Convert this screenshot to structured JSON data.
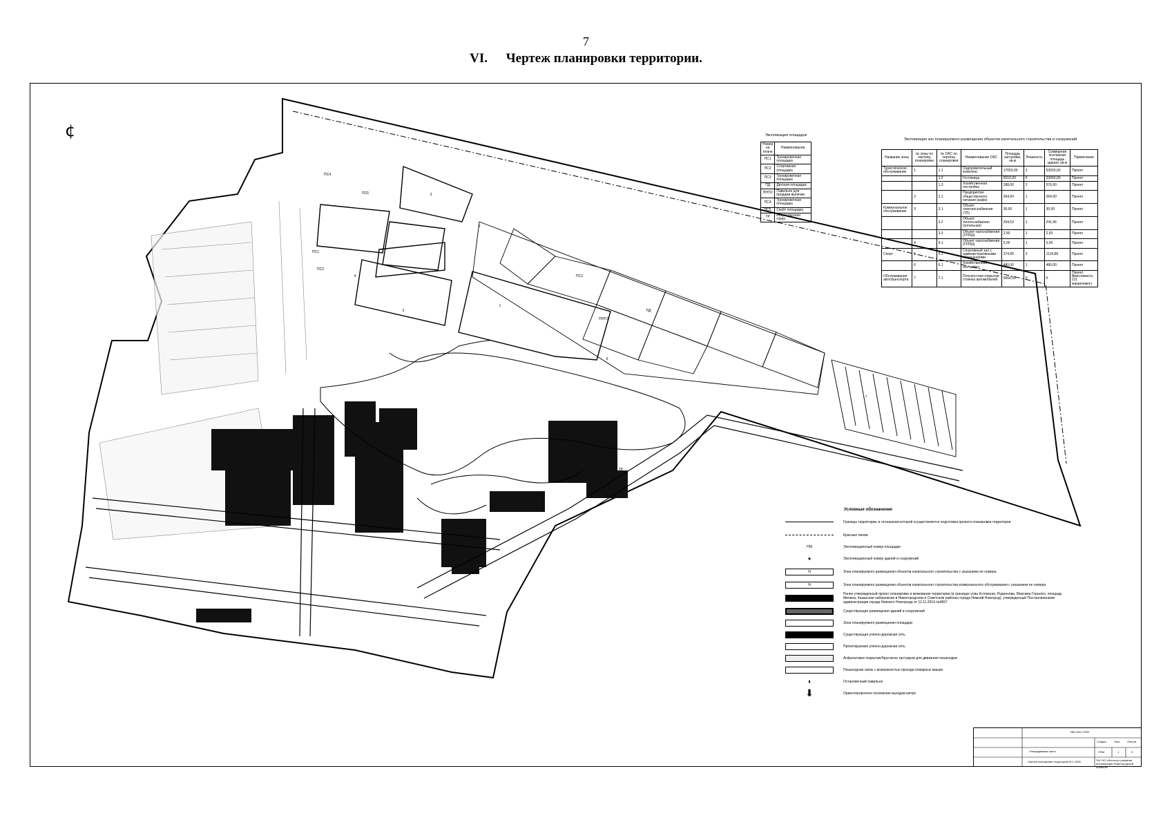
{
  "page_number": "7",
  "title": {
    "roman": "VI.",
    "text": "Чертеж планировки территории."
  },
  "north_symbol": "¢",
  "site_table": {
    "caption": "Экспликация площадок",
    "headers": [
      "Номер на плане",
      "Наименование"
    ],
    "rows": [
      [
        "ПС1",
        "Тренировочная площадка"
      ],
      [
        "ПС2",
        "Спортивная площадка"
      ],
      [
        "ПС3",
        "Тренировочная площадка"
      ],
      [
        "ПД",
        "Детская площадка"
      ],
      [
        "ПНТО",
        "Павильон для продажи выпечки"
      ],
      [
        "ПС4",
        "Тренировочная площадка"
      ],
      [
        "ПС5",
        "Скейт площадка"
      ],
      [
        "ТР",
        "Искусственная горка"
      ]
    ]
  },
  "zone_table": {
    "caption": "Экспликация зон планируемого размещения объектов капитального строительства и сооружений",
    "headers": [
      "Название зоны",
      "№ зоны по чертежу планировки",
      "№ ОКС по чертежу планировки",
      "Наименование ОКС",
      "Площадь застройки, кв.м",
      "Этажность",
      "Суммарная поэтажная площадь здания, кв.м",
      "Примечание"
    ],
    "rows": [
      [
        "Туристическое обслуживание",
        "1",
        "1.1",
        "Оздоровительный комплекс",
        "17650,00",
        "3",
        "53550,00",
        "Проект"
      ],
      [
        "",
        "",
        "1.2",
        "Гостиница",
        "5510,00",
        "6",
        "33060,00",
        "Проект"
      ],
      [
        "",
        "",
        "1.3",
        "Хозяйственная постройка",
        "288,00",
        "2",
        "576,00",
        "Проект"
      ],
      [
        "",
        "2",
        "2.1",
        "Предприятие общественного питания (кафе)",
        "264,00",
        "1",
        "264,00",
        "Проект"
      ],
      [
        "Коммунальное обслуживание",
        "3",
        "3.1",
        "Объект электроснабжения (ТП)",
        "30,00",
        "1",
        "30,00",
        "Проект"
      ],
      [
        "",
        "",
        "3.2",
        "Объект теплоснабжения (котельная)",
        "204,53",
        "1",
        "241,96",
        "Проект"
      ],
      [
        "",
        "",
        "3.3",
        "Объект газоснабжения (ГРПШ)",
        "2,50",
        "1",
        "2,50",
        "Проект"
      ],
      [
        "",
        "4",
        "4.1",
        "Объект газоснабжения (ГРПШ)",
        "5,00",
        "1",
        "5,00",
        "Проект"
      ],
      [
        "Спорт",
        "5",
        "5.1",
        "Спортивный зал с административными помещениями",
        "374,95",
        "3",
        "1124,85",
        "Проект"
      ],
      [
        "",
        "6",
        "6.1",
        "Хозяйственная постройка",
        "480,00",
        "1",
        "480,00",
        "Проект"
      ],
      [
        "Обслуживание автотранспорта",
        "7",
        "7.1",
        "Плоскостная открытая стоянка автомобилей",
        "5064,00",
        "0",
        "0",
        "Проект. Вместимость 211 машиномест"
      ]
    ]
  },
  "legend": {
    "title": "Условные обозначения",
    "items": [
      "Границы территории, в отношении которой осуществляется подготовка проекта планировки территории",
      "Красные линии",
      "Экспликационный номер площадки",
      "Экспликационный номер зданий и сооружений",
      "Зона планируемого размещения объектов капитального строительства с указанием ее номера",
      "Зона планируемого размещения объектов капитального строительства коммунального обслуживания с указанием ее номера",
      "Ранее утвержденный проект планировки и межевания территории (в границах улиц Кстовская, Родионова, Максима Горького, площадь Минина, Казанская набережная в Нижегородском и Советском районах города Нижний Новгород), утвержденный Постановлением администрации города Нижнего Новгорода от 12.11.2014 №4657",
      "Существующие размещения зданий и сооружений",
      "Зона планируемого размещения площадок",
      "Существующая улично-дорожная сеть",
      "Проектируемая улично-дорожная сеть",
      "Асфальтовое покрытие/брусчатка тротуаров для движения пешеходов",
      "Пешеходная связь с возможностью проезда пожарных машин",
      "Остановочный павильон",
      "Ориентировочное положение выходов метро"
    ],
    "symbol_labels": {
      "site": "ПМ",
      "zone": "N"
    }
  },
  "stamp": {
    "code": "ИМ-2022-ППМ",
    "part": "Утверждаемая часть",
    "drawing": "Чертеж планировки территории М 1:1000",
    "stage": "Стадия",
    "sheet": "Лист",
    "sheets": "Листов",
    "stage_value": "ППМ",
    "sheet_value": "1",
    "sheets_value": "3",
    "org": "ГАУ НО «Институт развития агломерации Нижегородской области»"
  },
  "map_labels": {
    "sites": [
      "ПС4",
      "ПС5",
      "ПС1",
      "ПС2",
      "ПС3",
      "ПД",
      "ПНТО",
      "ТР"
    ],
    "buildings": [
      "1",
      "2",
      "3",
      "4",
      "5",
      "6",
      "7"
    ]
  }
}
